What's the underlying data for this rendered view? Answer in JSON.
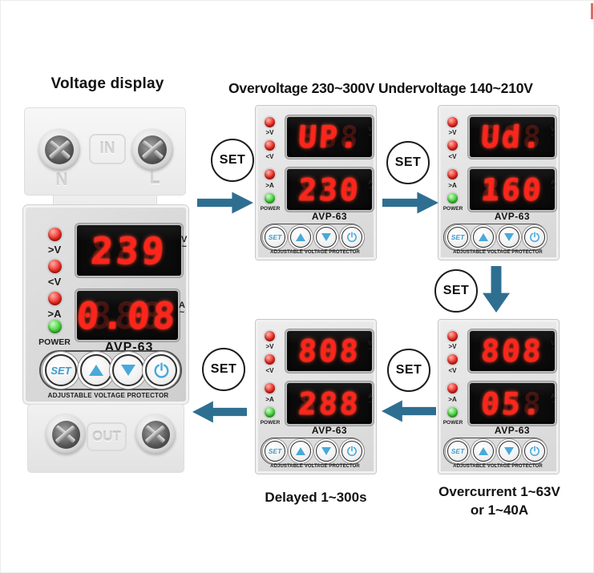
{
  "title": "Voltage display",
  "annotations": {
    "top_caption": "Overvoltage 230~300V Undervoltage 140~210V",
    "delayed_caption": "Delayed 1~300s",
    "overcurrent_line1": "Overcurrent 1~63V",
    "overcurrent_line2": "or 1~40A",
    "set_step_label": "SET"
  },
  "shared": {
    "model": "AVP-63",
    "footer": "ADJUSTABLE VOLTAGE PROTECTOR",
    "led_labels": {
      "over_v": ">V",
      "under_v": "<V",
      "over_a": ">A",
      "power": "POWER"
    },
    "button_labels": {
      "set": "SET"
    },
    "units": {
      "volt": "V",
      "amp": "A",
      "ac": "~"
    },
    "terminals": {
      "in": "IN",
      "out": "OUT",
      "neutral": "N",
      "line": "L"
    }
  },
  "devices": {
    "main": {
      "voltage_display": "239",
      "current_display": "0.08"
    },
    "overvoltage": {
      "voltage_display": "UP.",
      "current_display": "230"
    },
    "undervoltage": {
      "voltage_display": "Ud.",
      "current_display": "160"
    },
    "delayed": {
      "voltage_display": "808",
      "current_display": "288"
    },
    "overcurrent": {
      "voltage_display": "808",
      "current_display": "05."
    }
  },
  "display_ghost": "888",
  "colors": {
    "arrow": "#2e6f91",
    "digit_red": "#ff241c",
    "led_red": "#ee2b22",
    "led_green": "#46d13c",
    "button_blue": "#49a9da"
  }
}
